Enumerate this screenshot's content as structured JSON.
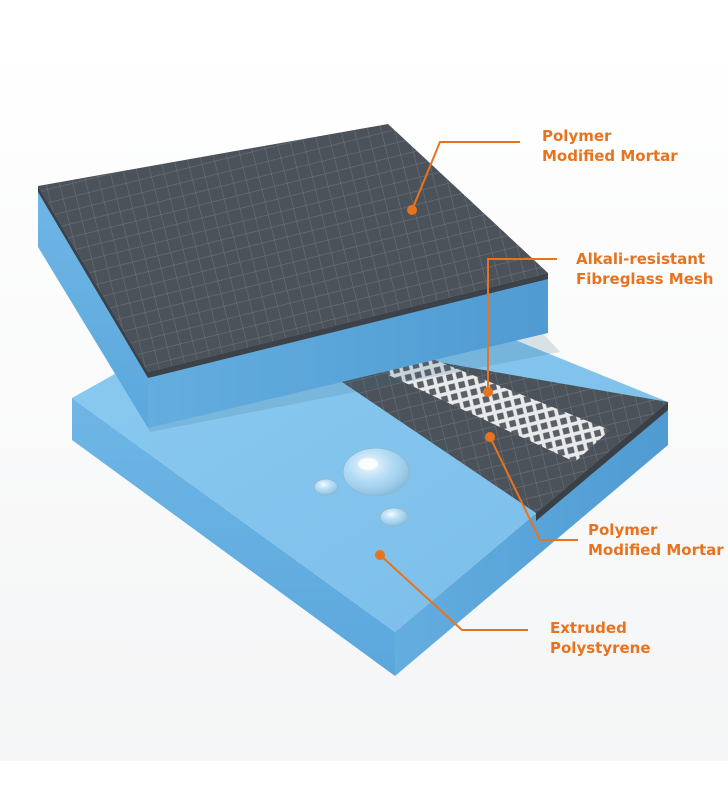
{
  "colors": {
    "accent": "#e8731f",
    "foam": "#7cc0ea",
    "mortar": "#4a5058",
    "mesh": "#f5f5f5",
    "background": "#ffffff"
  },
  "labels": {
    "top_mortar": {
      "line1": "Polymer",
      "line2": "Modified Mortar"
    },
    "mesh": {
      "line1": "Alkali-resistant",
      "line2": "Fibreglass Mesh"
    },
    "lower_mortar": {
      "line1": "Polymer",
      "line2": "Modified Mortar"
    },
    "foam": {
      "line1": "Extruded",
      "line2": "Polystyrene"
    }
  }
}
